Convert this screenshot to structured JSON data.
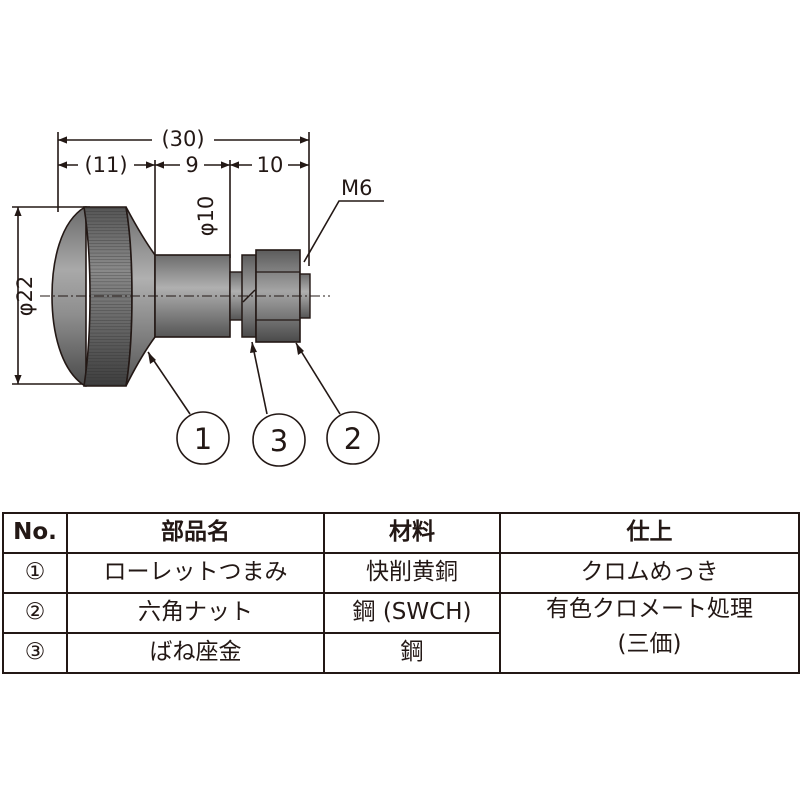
{
  "drawing": {
    "dim_total": "(30)",
    "dim_head": "(11)",
    "dim_shank": "9",
    "dim_thread": "10",
    "dim_shank_diameter": "φ10",
    "dim_head_diameter": "φ22",
    "thread_label": "M6",
    "callouts": [
      "1",
      "3",
      "2"
    ]
  },
  "table": {
    "headers": [
      "No.",
      "部品名",
      "材料",
      "仕上"
    ],
    "rows": [
      {
        "no": "①",
        "name": "ローレットつまみ",
        "material": "快削黄銅",
        "finish": "クロムめっき"
      },
      {
        "no": "②",
        "name": "六角ナット",
        "material": "鋼 (SWCH)",
        "finish_line1": "有色クロメート処理",
        "finish_line2": "(三価)"
      },
      {
        "no": "③",
        "name": "ばね座金",
        "material": "鋼"
      }
    ]
  }
}
